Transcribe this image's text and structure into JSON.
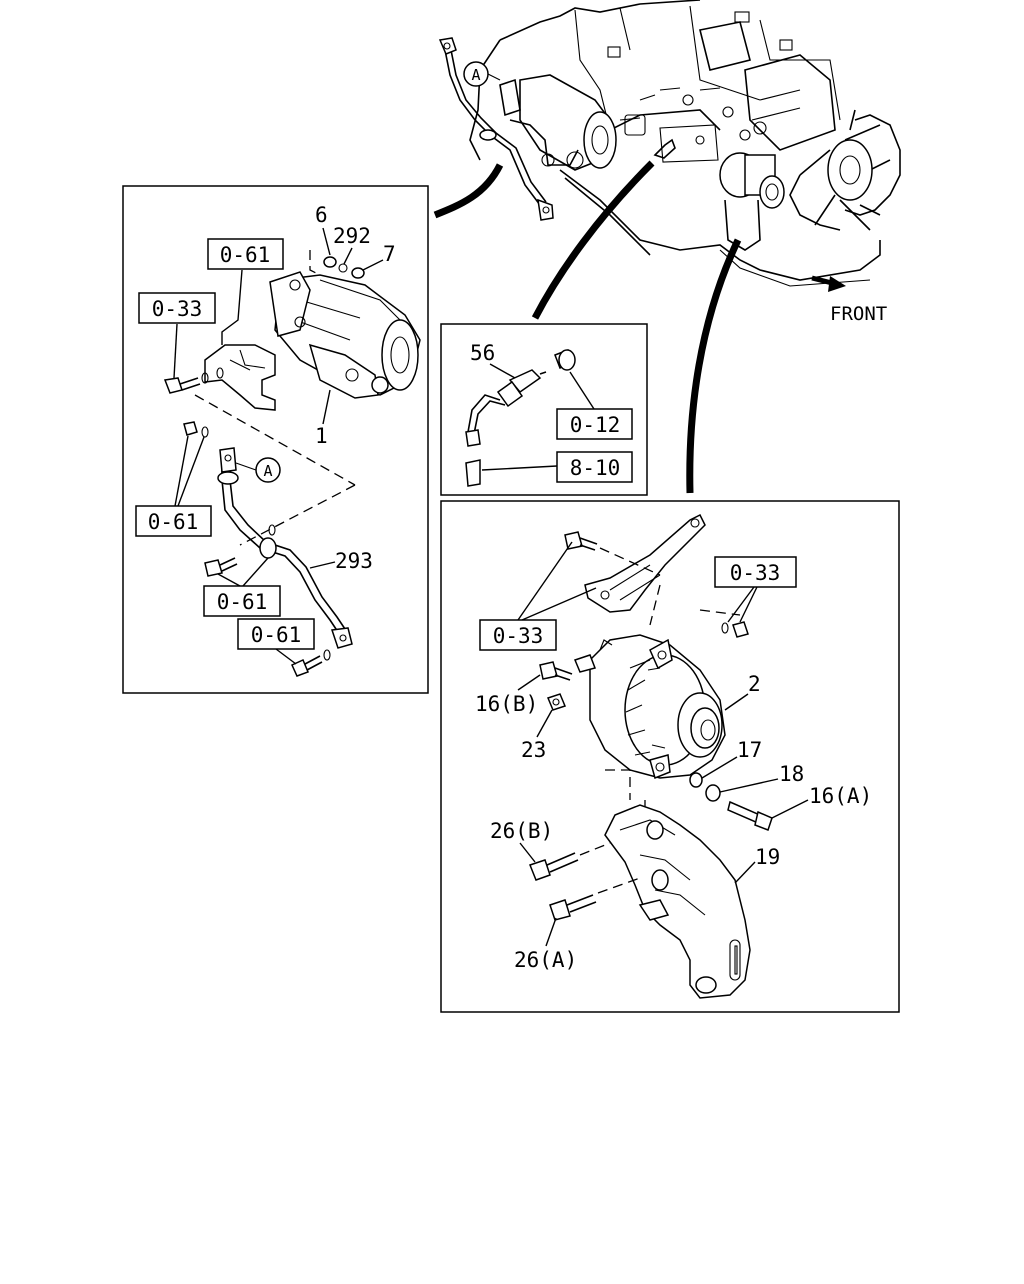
{
  "direction": "FRONT",
  "callout_letter": "A",
  "starter_panel": {
    "part_numbers": [
      "6",
      "292",
      "7",
      "1",
      "293"
    ],
    "refs": [
      "0-61",
      "0-33",
      "0-61",
      "0-61",
      "0-61"
    ]
  },
  "sensor_panel": {
    "part_numbers": [
      "56"
    ],
    "refs": [
      "0-12",
      "8-10"
    ]
  },
  "alternator_panel": {
    "part_numbers": [
      "2",
      "16(B)",
      "23",
      "17",
      "18",
      "16(A)",
      "26(B)",
      "19",
      "26(A)"
    ],
    "refs": [
      "0-33",
      "0-33"
    ]
  },
  "colors": {
    "line": "#000000",
    "background": "#ffffff"
  }
}
